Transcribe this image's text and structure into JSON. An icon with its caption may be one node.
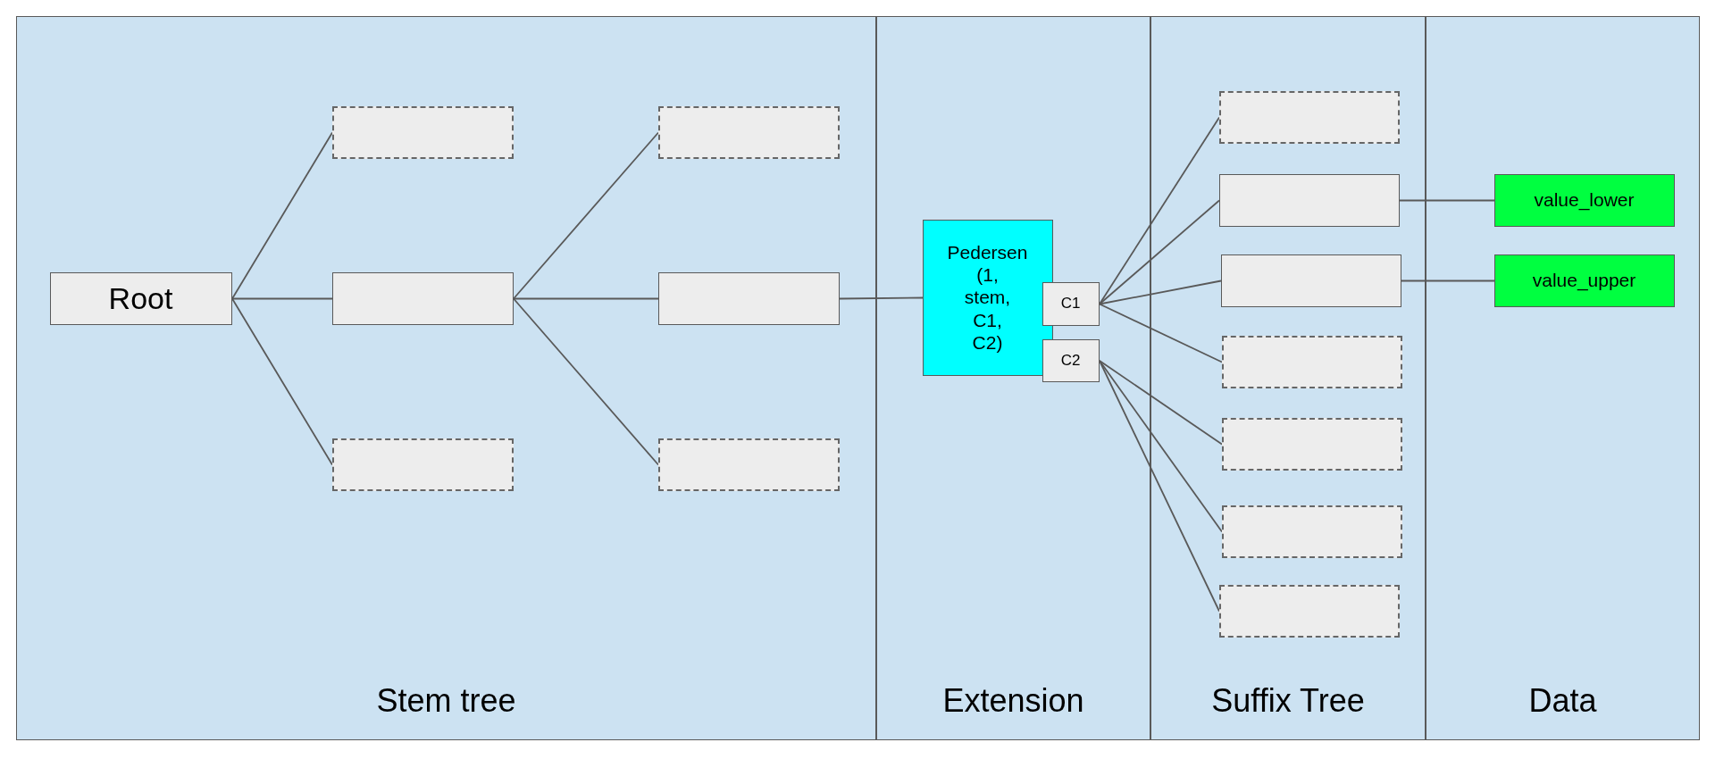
{
  "diagram": {
    "nodes": [
      {
        "text": [
          "Stem tree"
        ]
      },
      {
        "text": [
          "Extension"
        ]
      },
      {
        "text": [
          "Suffix Tree"
        ]
      },
      {
        "text": [
          "Data"
        ]
      },
      {
        "text": [
          "Root"
        ],
        "in": 0
      },
      {
        "text": [],
        "shape": "box",
        "in": 0
      },
      {
        "text": [],
        "shape": "box",
        "in": 0
      },
      {
        "text": [],
        "shape": "box",
        "in": 0
      },
      {
        "text": [],
        "shape": "box",
        "in": 0
      },
      {
        "text": [],
        "shape": "box",
        "in": 0
      },
      {
        "text": [],
        "shape": "box",
        "in": 0
      },
      {
        "text": [
          "Pedersen (1, stem, C1, C2)"
        ],
        "in": 1
      },
      {
        "text": [
          "C1"
        ],
        "in": 1
      },
      {
        "text": [
          "C2"
        ],
        "in": 1
      },
      {
        "text": [],
        "shape": "box",
        "in": 2
      },
      {
        "text": [],
        "shape": "box",
        "in": 2
      },
      {
        "text": [],
        "shape": "box",
        "in": 2
      },
      {
        "text": [],
        "shape": "box",
        "in": 2
      },
      {
        "text": [],
        "shape": "box",
        "in": 2
      },
      {
        "text": [],
        "shape": "box",
        "in": 2
      },
      {
        "text": [],
        "shape": "box",
        "in": 2
      },
      {
        "text": [
          "value_lower"
        ],
        "in": 3
      },
      {
        "text": [
          "value_upper"
        ],
        "in": 3
      }
    ],
    "edges": [
      {
        "from": 4,
        "to": 5,
        "arrow": "none"
      },
      {
        "from": 4,
        "to": 6,
        "arrow": "none"
      },
      {
        "from": 4,
        "to": 7,
        "arrow": "none"
      },
      {
        "from": 6,
        "to": 8,
        "arrow": "none"
      },
      {
        "from": 6,
        "to": 9,
        "arrow": "none"
      },
      {
        "from": 6,
        "to": 10,
        "arrow": "none"
      },
      {
        "from": 9,
        "to": 11,
        "arrow": "none"
      },
      {
        "from": 12,
        "to": 14,
        "arrow": "none"
      },
      {
        "from": 12,
        "to": 15,
        "arrow": "none"
      },
      {
        "from": 12,
        "to": 16,
        "arrow": "none"
      },
      {
        "from": 12,
        "to": 17,
        "arrow": "none"
      },
      {
        "from": 13,
        "to": 18,
        "arrow": "none"
      },
      {
        "from": 13,
        "to": 19,
        "arrow": "none"
      },
      {
        "from": 13,
        "to": 20,
        "arrow": "none"
      },
      {
        "from": 15,
        "to": 21,
        "arrow": "none"
      },
      {
        "from": 16,
        "to": 22,
        "arrow": "none"
      }
    ]
  }
}
